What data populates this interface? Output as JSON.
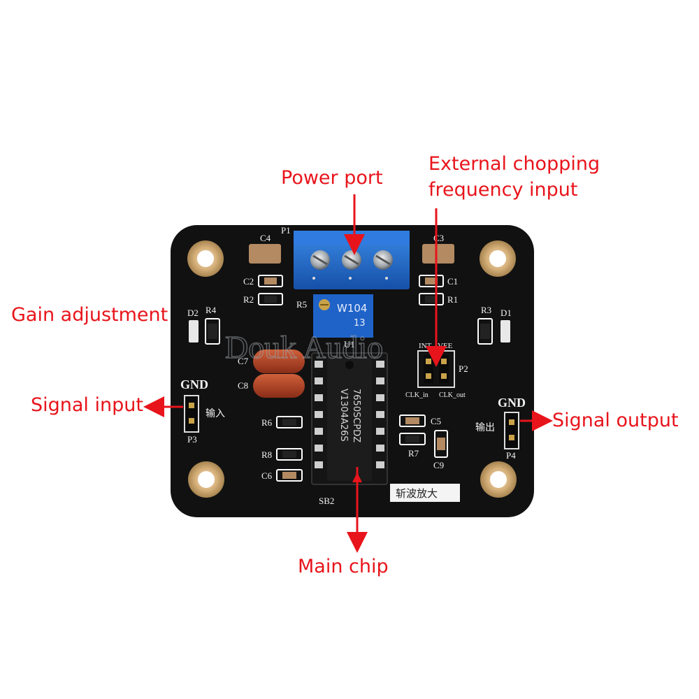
{
  "callouts": {
    "power_port": "Power port",
    "external_chopping_line1": "External chopping",
    "external_chopping_line2": "frequency input",
    "gain_adjustment": "Gain adjustment",
    "signal_input": "Signal input",
    "signal_output": "Signal output",
    "main_chip": "Main chip"
  },
  "board": {
    "header_p1": "P1",
    "cap_c4": "C4",
    "cap_c3": "C3",
    "cap_c2": "C2",
    "cap_c1": "C1",
    "res_r2": "R2",
    "res_r1": "R1",
    "res_r5": "R5",
    "res_r3": "R3",
    "res_r4": "R4",
    "led_d1": "D1",
    "led_d2": "D2",
    "ic_u1": "U1",
    "pot_code_1": "W104",
    "pot_code_2": "13",
    "cap_c7": "C7",
    "cap_c8": "C8",
    "gnd_left": "GND",
    "gnd_right": "GND",
    "input_cn": "输入",
    "output_cn": "输出",
    "header_p3": "P3",
    "header_p4": "P4",
    "header_p2": "P2",
    "pin_int": "INT",
    "pin_vee": "VEE",
    "clk_in": "CLK_in",
    "clk_out": "CLK_out",
    "res_r6": "R6",
    "res_r7": "R7",
    "res_r8": "R8",
    "cap_c5": "C5",
    "cap_c6": "C6",
    "cap_c9": "C9",
    "sb2": "SB2",
    "chip_line1": "7650SCPDZ",
    "chip_line2": "V1304A26S",
    "board_title_cn": "斩波放大",
    "watermark": "Douk Audio"
  },
  "colors": {
    "callout_red": "#e8141b",
    "board_black": "#111111",
    "terminal_blue": "#1f6fd1",
    "pad_gold": "#cfa86a",
    "silkscreen": "#f2f2f2"
  }
}
